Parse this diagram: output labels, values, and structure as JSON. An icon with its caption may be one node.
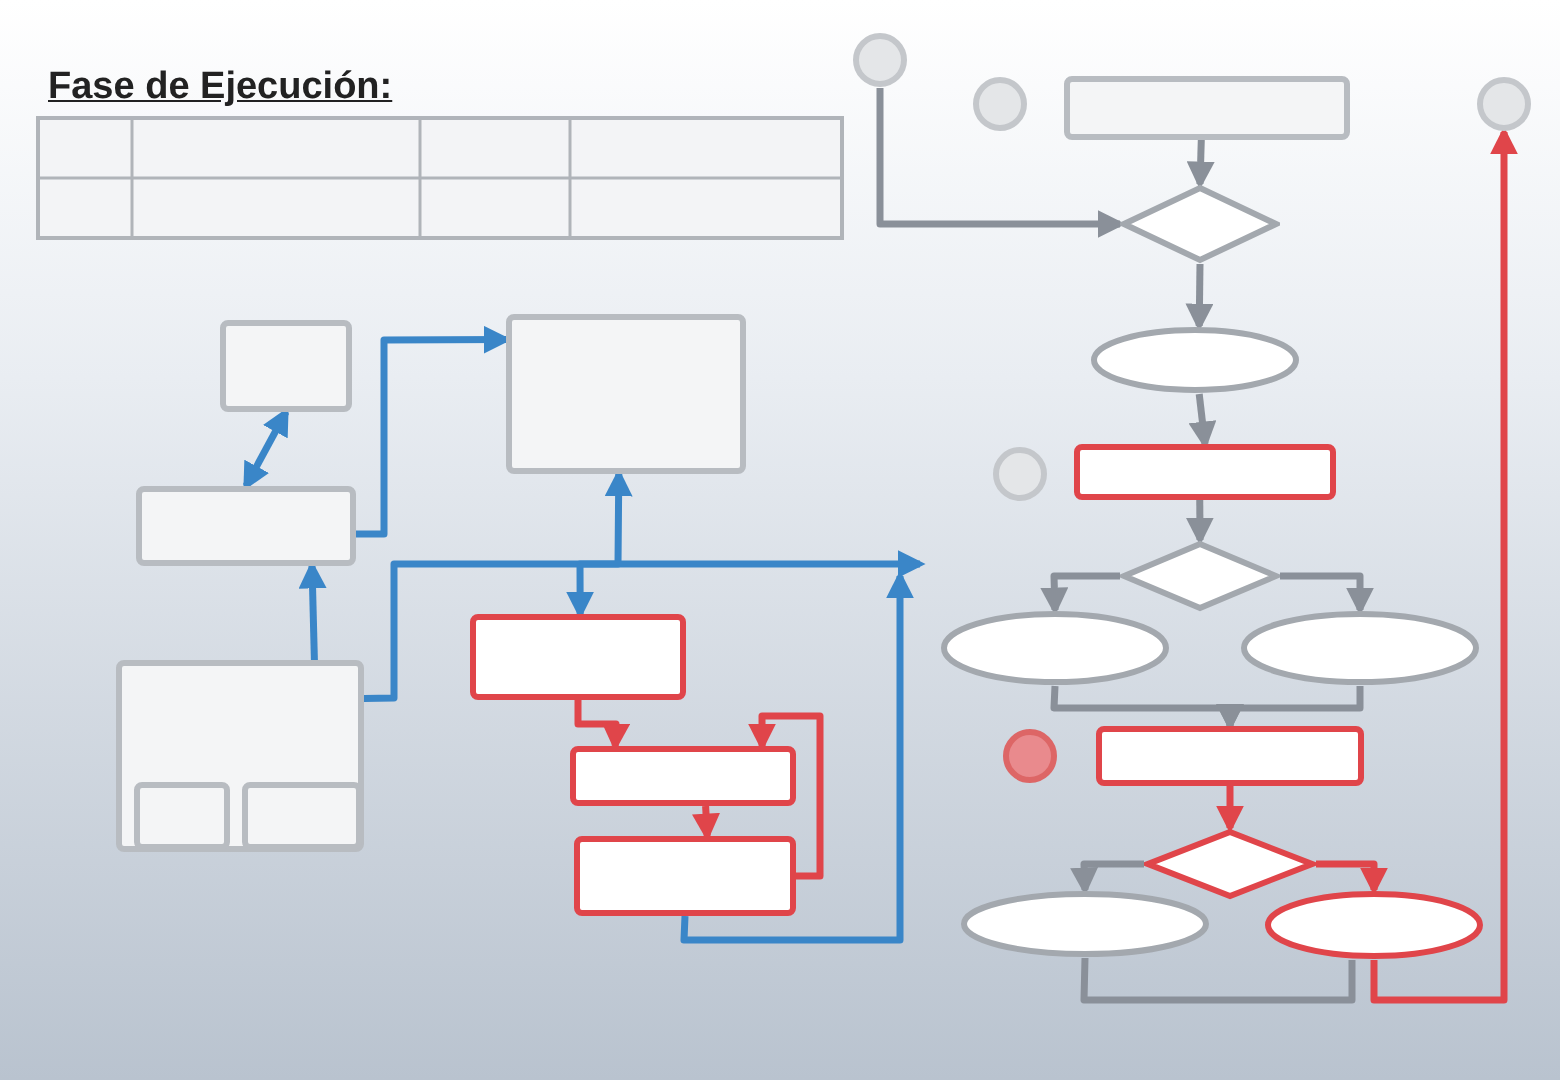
{
  "diagram": {
    "title": "Fase de Ejecución:",
    "nodes": [
      {
        "text": [],
        "shape": "box"
      },
      {
        "text": [],
        "shape": "box"
      },
      {
        "text": [],
        "shape": "box"
      },
      {
        "text": [],
        "shape": "box",
        "in": 2
      },
      {
        "text": [],
        "shape": "box",
        "in": 2
      },
      {
        "text": [],
        "shape": "box"
      },
      {
        "text": [],
        "shape": "box"
      },
      {
        "text": [],
        "shape": "box"
      },
      {
        "text": [],
        "shape": "box"
      },
      {
        "text": [],
        "shape": "circle"
      },
      {
        "text": [],
        "shape": "circle"
      },
      {
        "text": [],
        "shape": "box"
      },
      {
        "text": [],
        "shape": "diamond"
      },
      {
        "text": [],
        "shape": "ellipse"
      },
      {
        "text": [],
        "shape": "circle"
      },
      {
        "text": [],
        "shape": "box"
      },
      {
        "text": [],
        "shape": "diamond"
      },
      {
        "text": [],
        "shape": "ellipse"
      },
      {
        "text": [],
        "shape": "ellipse"
      },
      {
        "text": [],
        "shape": "circle"
      },
      {
        "text": [],
        "shape": "box"
      },
      {
        "text": [],
        "shape": "diamond"
      },
      {
        "text": [],
        "shape": "ellipse"
      },
      {
        "text": [],
        "shape": "ellipse"
      },
      {
        "text": [],
        "shape": "circle"
      }
    ],
    "edges": [
      {
        "from": 0,
        "to": 1,
        "arrow": "both",
        "color": "#3a86c8"
      },
      {
        "from": 1,
        "to": 5,
        "arrow": "to",
        "color": "#3a86c8"
      },
      {
        "from": 2,
        "to": 1,
        "arrow": "to",
        "color": "#3a86c8"
      },
      {
        "from": 5,
        "to": 6,
        "arrow": "both",
        "color": "#3a86c8"
      },
      {
        "from": 2,
        "to": null,
        "arrow": "to",
        "color": "#3a86c8"
      },
      {
        "from": 8,
        "to": null,
        "arrow": "to",
        "color": "#3a86c8"
      },
      {
        "from": 6,
        "to": 7,
        "arrow": "to",
        "color": "#e0454a"
      },
      {
        "from": 7,
        "to": 8,
        "arrow": "to",
        "color": "#e0454a"
      },
      {
        "from": 8,
        "to": 7,
        "arrow": "to",
        "color": "#e0454a"
      },
      {
        "from": 9,
        "to": 12,
        "arrow": "to"
      },
      {
        "from": 11,
        "to": 12,
        "arrow": "to"
      },
      {
        "from": 12,
        "to": 13,
        "arrow": "to"
      },
      {
        "from": 13,
        "to": 15,
        "arrow": "to"
      },
      {
        "from": 15,
        "to": 16,
        "arrow": "to"
      },
      {
        "from": 16,
        "to": 17,
        "arrow": "to"
      },
      {
        "from": 16,
        "to": 18,
        "arrow": "to"
      },
      {
        "from": 17,
        "to": 20,
        "arrow": "to"
      },
      {
        "from": 18,
        "to": 20,
        "arrow": "to"
      },
      {
        "from": 20,
        "to": 21,
        "arrow": "to",
        "color": "#e0454a"
      },
      {
        "from": 21,
        "to": 22,
        "arrow": "to"
      },
      {
        "from": 21,
        "to": 23,
        "arrow": "to",
        "color": "#e0454a"
      },
      {
        "from": 22,
        "to": 23,
        "arrow": "none"
      },
      {
        "from": 23,
        "to": 24,
        "arrow": "to",
        "color": "#e0454a"
      }
    ]
  }
}
